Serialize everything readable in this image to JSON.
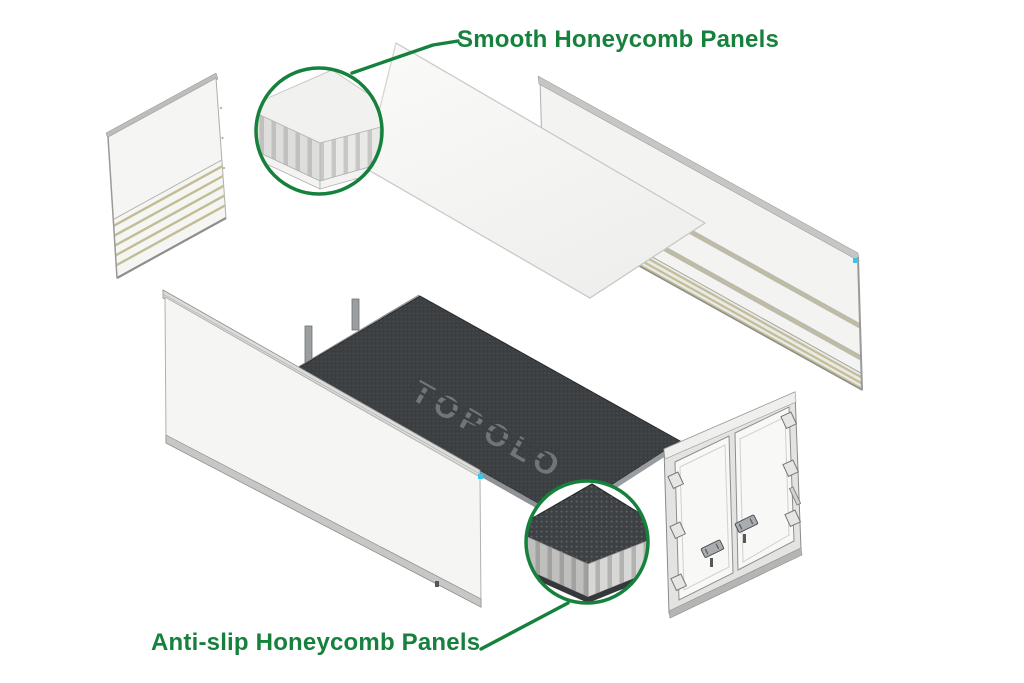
{
  "diagram": {
    "background": "#ffffff",
    "accent_green": "#16813c",
    "labels": {
      "smooth": "Smooth Honeycomb Panels",
      "antislip": "Anti-slip Honeycomb Panels"
    },
    "floor_logo": "TOPOLO",
    "colors": {
      "panel_face": "#f5f5f3",
      "panel_edge": "#9b9b99",
      "rub_rail_tan": "#c2bd94",
      "floor_dark": "#3c3f42",
      "floor_logo_gray": "#71757b",
      "door_face": "#f8f8f6",
      "marker_cyan": "#39c6e9",
      "core_light": "#e9e9e7",
      "core_shadow": "#c7c7c5"
    }
  }
}
